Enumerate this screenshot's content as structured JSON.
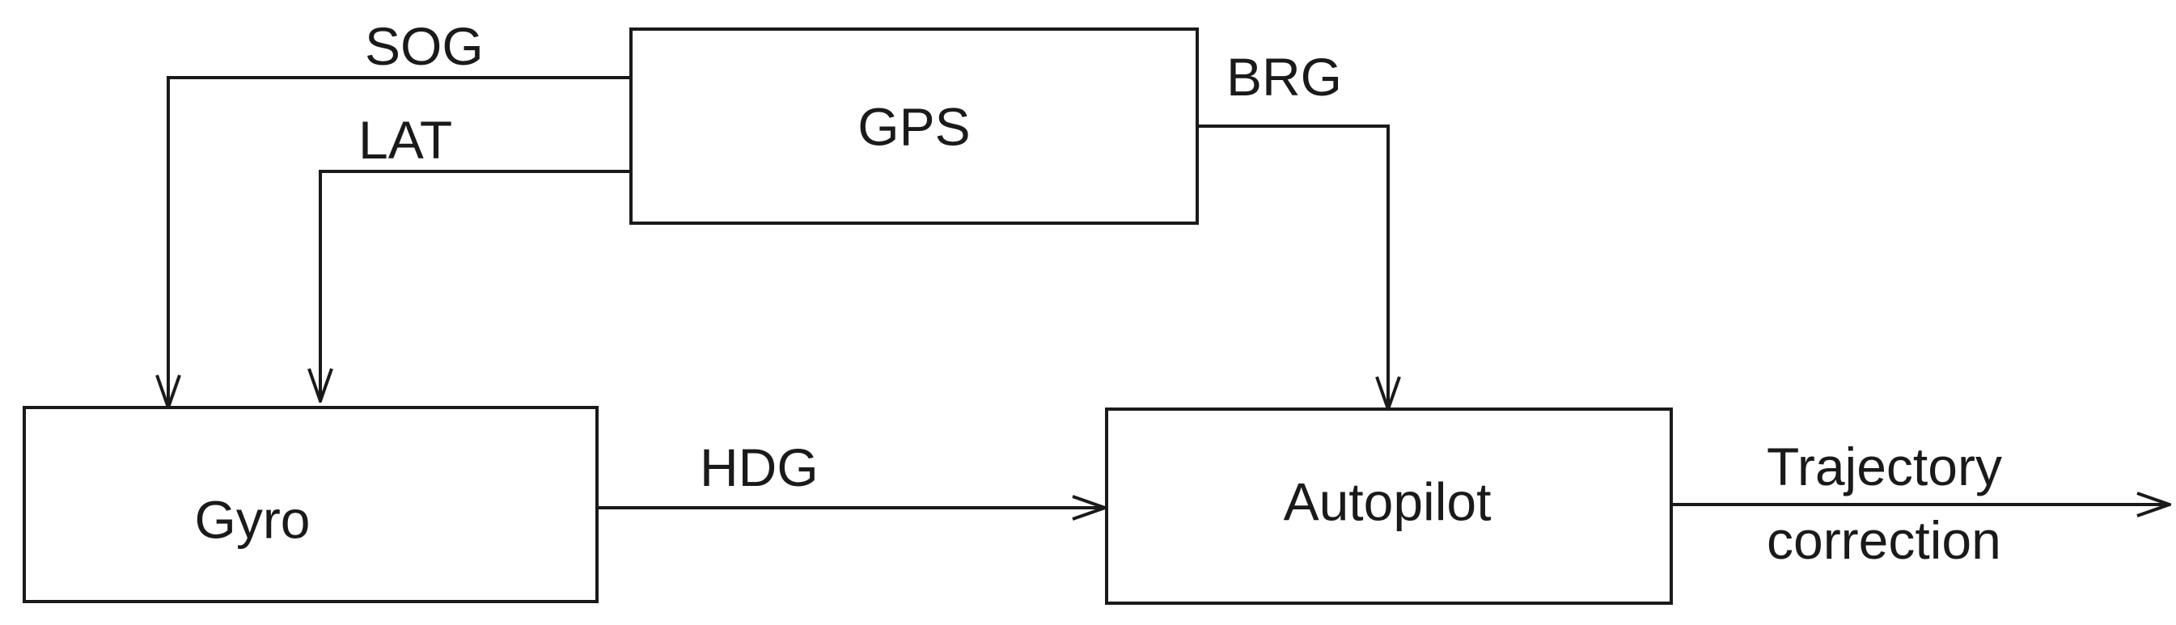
{
  "blocks": {
    "gps": "GPS",
    "gyro": "Gyro",
    "autopilot": "Autopilot"
  },
  "signals": {
    "sog": "SOG",
    "lat": "LAT",
    "brg": "BRG",
    "hdg": "HDG",
    "output_line1": "Trajectory",
    "output_line2": "correction"
  },
  "colors": {
    "stroke": "#1a1a1a",
    "background": "#ffffff"
  }
}
